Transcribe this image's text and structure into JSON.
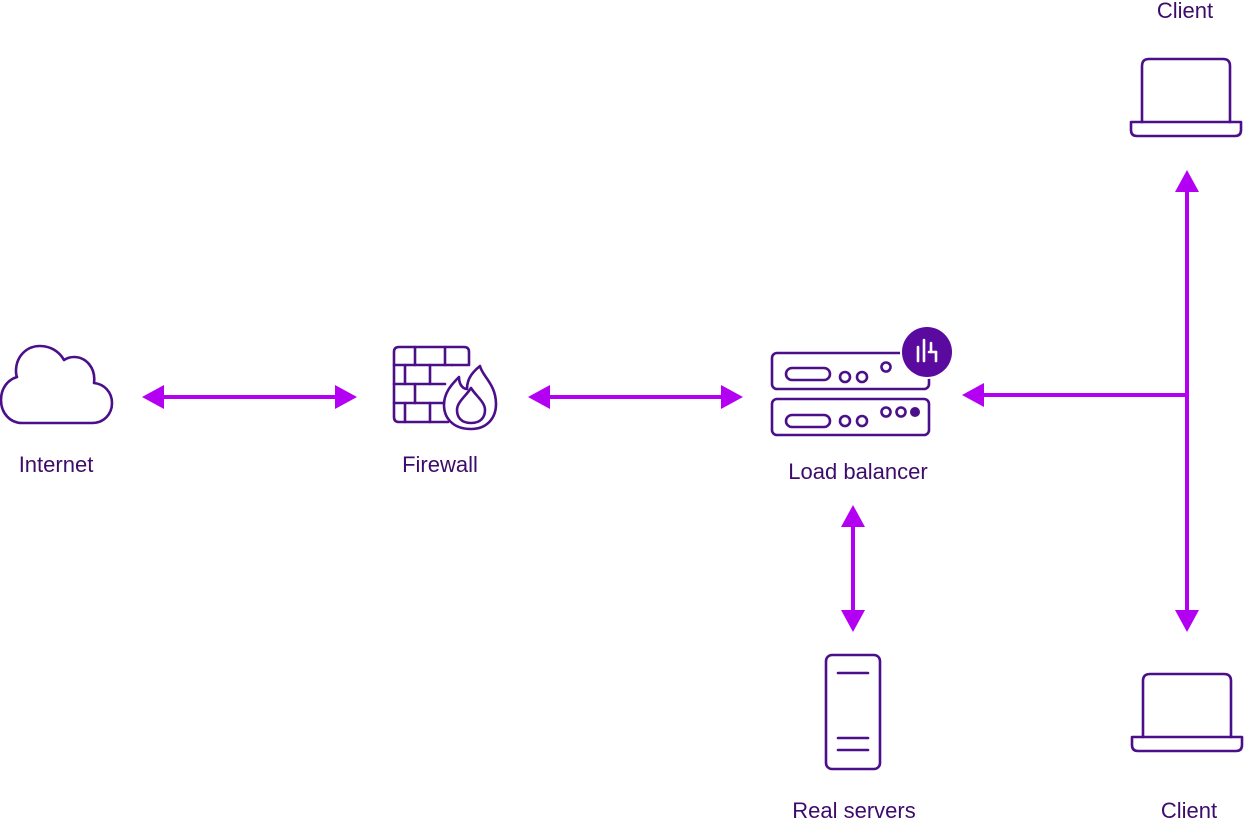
{
  "colors": {
    "icon": "#4b0f8a",
    "label": "#3d0b6b",
    "arrow": "#b400f2",
    "badge": "#5b0aa0"
  },
  "nodes": {
    "internet": {
      "label": "Internet",
      "icon": "cloud-icon"
    },
    "firewall": {
      "label": "Firewall",
      "icon": "firewall-icon"
    },
    "load_balancer": {
      "label": "Load balancer",
      "icon": "load-balancer-icon",
      "badge_icon": "haproxy-logo-icon"
    },
    "real_servers": {
      "label": "Real servers",
      "icon": "server-icon"
    },
    "client_top": {
      "label": "Client",
      "icon": "laptop-icon"
    },
    "client_bottom": {
      "label": "Client",
      "icon": "laptop-icon"
    }
  },
  "connections": [
    {
      "from": "Internet",
      "to": "Firewall",
      "direction": "both"
    },
    {
      "from": "Firewall",
      "to": "Load balancer",
      "direction": "both"
    },
    {
      "from": "Load balancer",
      "to": "Real servers",
      "direction": "both"
    },
    {
      "from": "Load balancer",
      "to": "Client",
      "direction": "both"
    },
    {
      "from": "Load balancer",
      "to": "Client",
      "direction": "both"
    }
  ]
}
